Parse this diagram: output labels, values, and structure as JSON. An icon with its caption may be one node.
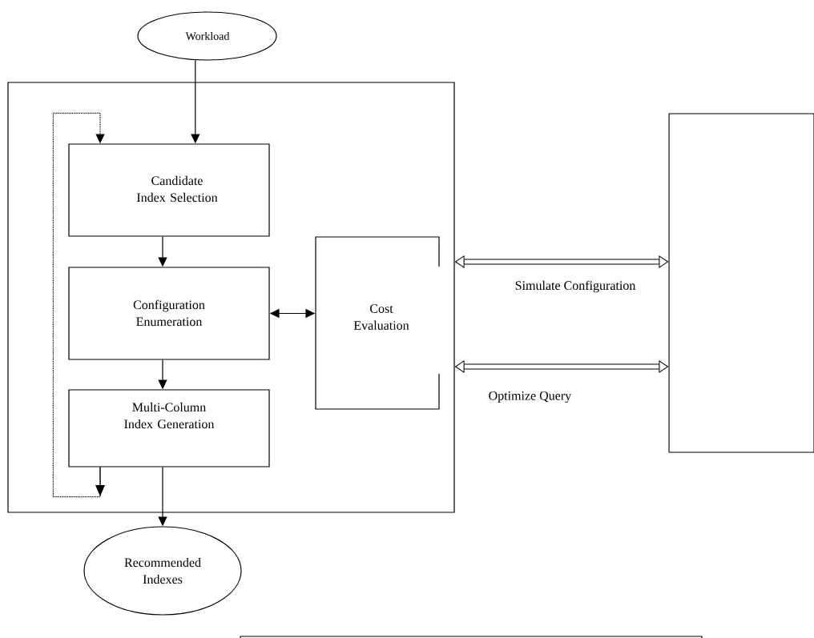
{
  "diagram": {
    "nodes": [
      {
        "text": [
          "Workload"
        ]
      },
      {
        "text": [],
        "shape": "box"
      },
      {
        "text": [
          "Candidate Index Selection"
        ],
        "in": 1
      },
      {
        "text": [
          "Configuration Enumeration"
        ],
        "in": 1
      },
      {
        "text": [
          "Multi-Column Index Generation"
        ],
        "in": 1
      },
      {
        "text": [
          "Cost Evaluation"
        ],
        "in": 1
      },
      {
        "text": [],
        "shape": "box"
      },
      {
        "text": [
          "Recommended Indexes"
        ]
      }
    ],
    "edges": [
      {
        "from": 0,
        "to": 2,
        "arrow": "to"
      },
      {
        "from": 2,
        "to": 3,
        "arrow": "to"
      },
      {
        "from": 3,
        "to": 4,
        "arrow": "to"
      },
      {
        "from": 3,
        "to": 5,
        "arrow": "both"
      },
      {
        "from": 4,
        "to": 2,
        "arrow": "to",
        "style": "dashed"
      },
      {
        "from": 4,
        "to": 7,
        "arrow": "to"
      },
      {
        "from": 1,
        "to": 6,
        "arrow": "both",
        "label": "Simulate Configuration",
        "style": "thick"
      },
      {
        "from": 1,
        "to": 6,
        "arrow": "both",
        "label": "Optimize Query",
        "style": "thick"
      }
    ]
  }
}
